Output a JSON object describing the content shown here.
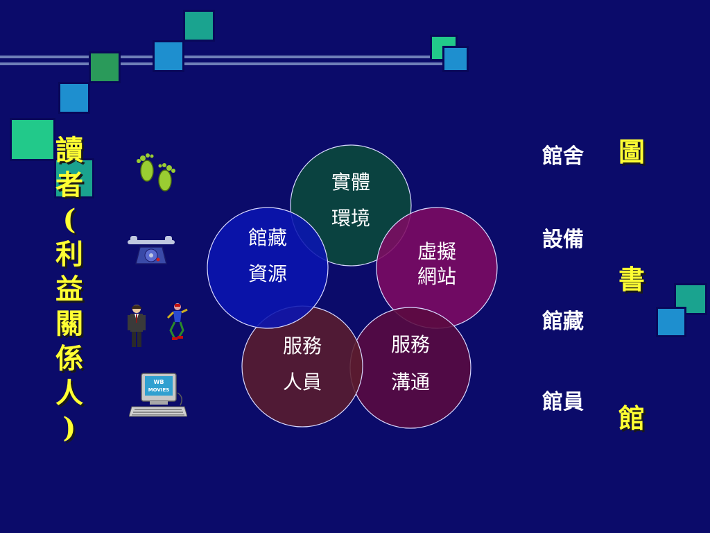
{
  "left_title": [
    "讀",
    "者",
    "(",
    "利",
    "益",
    "關",
    "係",
    "人",
    ")"
  ],
  "circles": [
    {
      "id": "physical-environment",
      "lines": [
        "實體",
        "環境"
      ],
      "color": "#0a4a3a"
    },
    {
      "id": "virtual-website",
      "lines": [
        "虛擬",
        "網站"
      ],
      "color": "#7e0a62"
    },
    {
      "id": "service-communication",
      "lines": [
        "服務",
        "溝通"
      ],
      "color": "#5a0a40"
    },
    {
      "id": "service-staff",
      "lines": [
        "服務",
        "人員"
      ],
      "color": "#5a1c2e"
    },
    {
      "id": "library-collection",
      "lines": [
        "館藏",
        "資源"
      ],
      "color": "#0a14b0"
    }
  ],
  "facilities": [
    "館舍",
    "設備",
    "館藏",
    "館員"
  ],
  "library_title": [
    "圖",
    "書",
    "館"
  ],
  "monitor_text": [
    "WB",
    "MOVIES"
  ],
  "colors": {
    "background": "#0b0b6a",
    "title_yellow": "#ffff33",
    "teal_square": "#1aa38f",
    "blue_square": "#1e8fcf",
    "green_square": "#2a9a5a",
    "mint_square": "#22c98a"
  },
  "icons": [
    "footprints-icon",
    "telephone-icon",
    "businessman-icon",
    "dancer-icon",
    "computer-icon"
  ]
}
